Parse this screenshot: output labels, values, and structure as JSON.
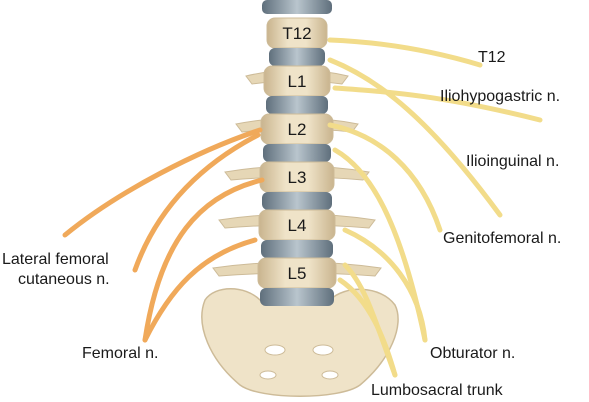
{
  "vertebrae": [
    "T12",
    "L1",
    "L2",
    "L3",
    "L4",
    "L5"
  ],
  "labels": {
    "t12": "T12",
    "iliohypogastric": "Iliohypogastric n.",
    "ilioinguinal": "Ilioinguinal n.",
    "genitofemoral": "Genitofemoral n.",
    "obturator": "Obturator n.",
    "lumbosacral": "Lumbosacral trunk",
    "lateral_femoral_1": "Lateral femoral",
    "lateral_femoral_2": "cutaneous n.",
    "femoral": "Femoral n."
  },
  "colors": {
    "bone": "#e9dcc0",
    "bone_shade": "#cdbb98",
    "disc": "#7f8f9c",
    "disc_light": "#b7c3cc",
    "nerve_yellow": "#f2dc8a",
    "nerve_orange": "#f0a95a"
  }
}
